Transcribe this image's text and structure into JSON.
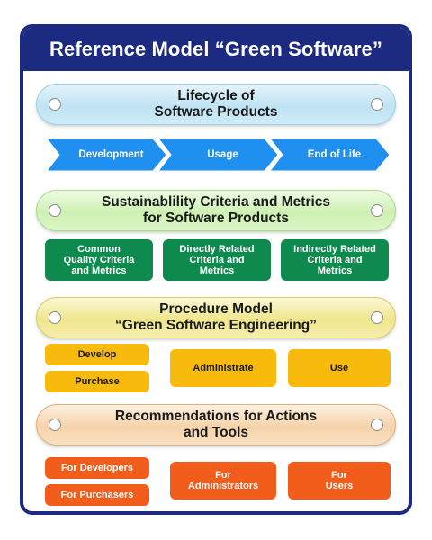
{
  "title": "Reference Model “Green Software”",
  "sections": {
    "lifecycle": {
      "title": "Lifecycle of\nSoftware Products",
      "steps": [
        "Development",
        "Usage",
        "End of Life"
      ]
    },
    "criteria": {
      "title": "Sustainablility Criteria and Metrics\nfor Software Products",
      "items": [
        "Common\nQuality Criteria\nand Metrics",
        "Directly Related\nCriteria and\nMetrics",
        "Indirectly Related\nCriteria and\nMetrics"
      ]
    },
    "procedure": {
      "title": "Procedure Model\n“Green Software Engineering”",
      "items": [
        "Develop",
        "Purchase",
        "Administrate",
        "Use"
      ]
    },
    "recommendations": {
      "title": "Recommendations for Actions\nand Tools",
      "items": [
        "For Developers",
        "For Purchasers",
        "For\nAdministrators",
        "For\nUsers"
      ]
    }
  },
  "colors": {
    "frame": "#1c2a82",
    "arrow": "#1f8ff0",
    "criteria_box": "#0f8a4f",
    "procedure_box": "#f7ba0d",
    "recommendation_box": "#f35d1b"
  }
}
